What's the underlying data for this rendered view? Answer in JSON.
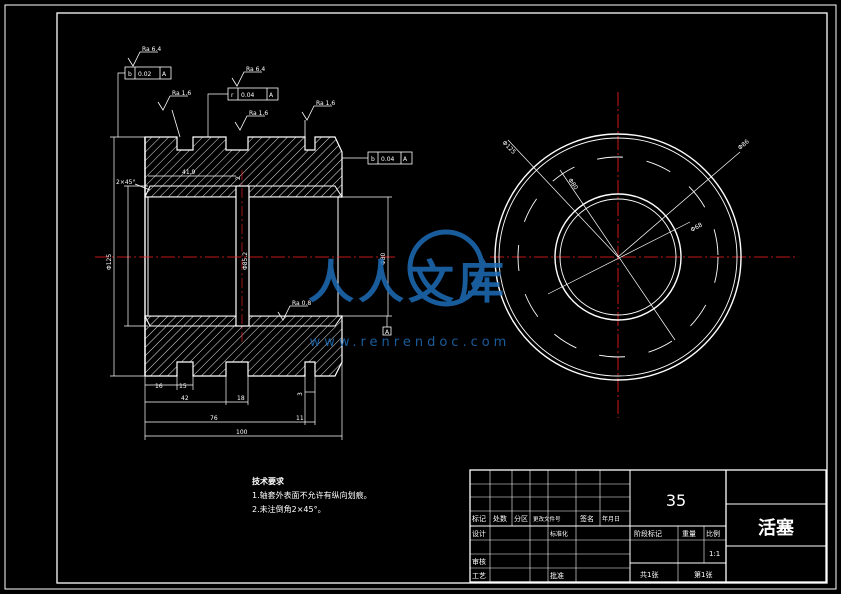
{
  "drawing": {
    "title": "活塞",
    "material": "35",
    "scale_value": "1:1",
    "sheet_total": "共1张",
    "sheet_no": "第1张"
  },
  "tech_requirements": {
    "heading": "技术要求",
    "items": [
      "1.轴套外表面不允许有纵向划痕。",
      "2.未注倒角2×45°。"
    ]
  },
  "title_block": {
    "rev_headers": [
      "标记",
      "处数",
      "分区",
      "更改文件号",
      "签名",
      "年月日"
    ],
    "row_labels": {
      "design": "设计",
      "standardize": "标准化",
      "review": "审核",
      "process": "工艺",
      "approve": "批准"
    },
    "stage_label": "阶段标记",
    "weight_label": "重量",
    "scale_label": "比例"
  },
  "annotations": {
    "rough_top_left": "Ra 6.4",
    "rough_top_mid": "Ra 6.4",
    "rough_groove_1": "Ra 1.6",
    "rough_groove_2": "Ra 1.6",
    "rough_groove_3": "Ra 1.6",
    "rough_bore": "Ra 0.8",
    "tol1": {
      "sym": "b",
      "val": "0.02",
      "ref": "A"
    },
    "tol2": {
      "sym": "r",
      "val": "0.04",
      "ref": "A"
    },
    "tol3": {
      "sym": "b",
      "val": "0.04",
      "ref": "A"
    },
    "datum": "A",
    "chamfer": "2×45°",
    "groove_width": "2",
    "bore_len": "41.9",
    "dia_outer": "Φ125",
    "dia_inner": "Φ80",
    "dia_groove": "Φ85.2",
    "dia_circle_outer": "Φ125",
    "dia_circle_inner": "Φ80",
    "dia_circle_mid": "Φ86",
    "dia_circle_small": "Φ68",
    "dim_16": "16",
    "dim_15": "15",
    "dim_42": "42",
    "dim_18": "18",
    "dim_3": "3",
    "dim_11": "11",
    "dim_76": "76",
    "dim_100": "100"
  },
  "watermark": {
    "text": "人人文库",
    "url": "www.renrendoc.com"
  },
  "colors": {
    "background": "#000000",
    "line": "#ffffff",
    "centerline": "#ff2020",
    "watermark": "#1e6db8"
  }
}
